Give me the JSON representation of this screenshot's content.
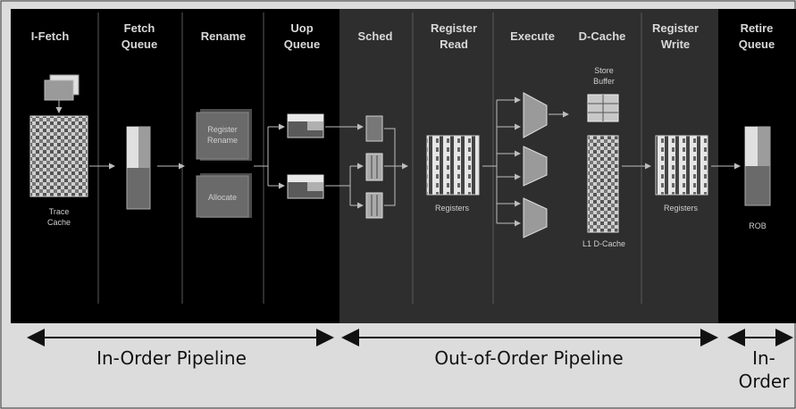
{
  "stages": [
    {
      "id": "ifetch",
      "lines": [
        "I-Fetch"
      ]
    },
    {
      "id": "fetchq",
      "lines": [
        "Fetch",
        "Queue"
      ]
    },
    {
      "id": "rename",
      "lines": [
        "Rename"
      ]
    },
    {
      "id": "uopq",
      "lines": [
        "Uop",
        "Queue"
      ]
    },
    {
      "id": "sched",
      "lines": [
        "Sched"
      ]
    },
    {
      "id": "regread",
      "lines": [
        "Register",
        "Read"
      ]
    },
    {
      "id": "execute",
      "lines": [
        "Execute"
      ]
    },
    {
      "id": "dcache",
      "lines": [
        "D-Cache"
      ]
    },
    {
      "id": "regwrite",
      "lines": [
        "Register",
        "Write"
      ]
    },
    {
      "id": "retire",
      "lines": [
        "Retire",
        "Queue"
      ]
    }
  ],
  "blocks": {
    "trace_cache": [
      "Trace",
      "Cache"
    ],
    "register_rename": [
      "Register",
      "Rename"
    ],
    "allocate": "Allocate",
    "registers_read": "Registers",
    "store_buffer": [
      "Store",
      "Buffer"
    ],
    "l1_dcache": "L1 D-Cache",
    "registers_write": "Registers",
    "rob": "ROB"
  },
  "regions": {
    "in_order": "In-Order Pipeline",
    "out_of_order": "Out-of-Order Pipeline",
    "in_order_end": [
      "In-",
      "Order"
    ]
  },
  "colors": {
    "in_order_bg": "#000000",
    "out_of_order_bg": "#2e2e2e",
    "frame_bg": "#dcdcdc",
    "block_gray": "#6a6a6a",
    "text_light": "#d8d8d8"
  }
}
